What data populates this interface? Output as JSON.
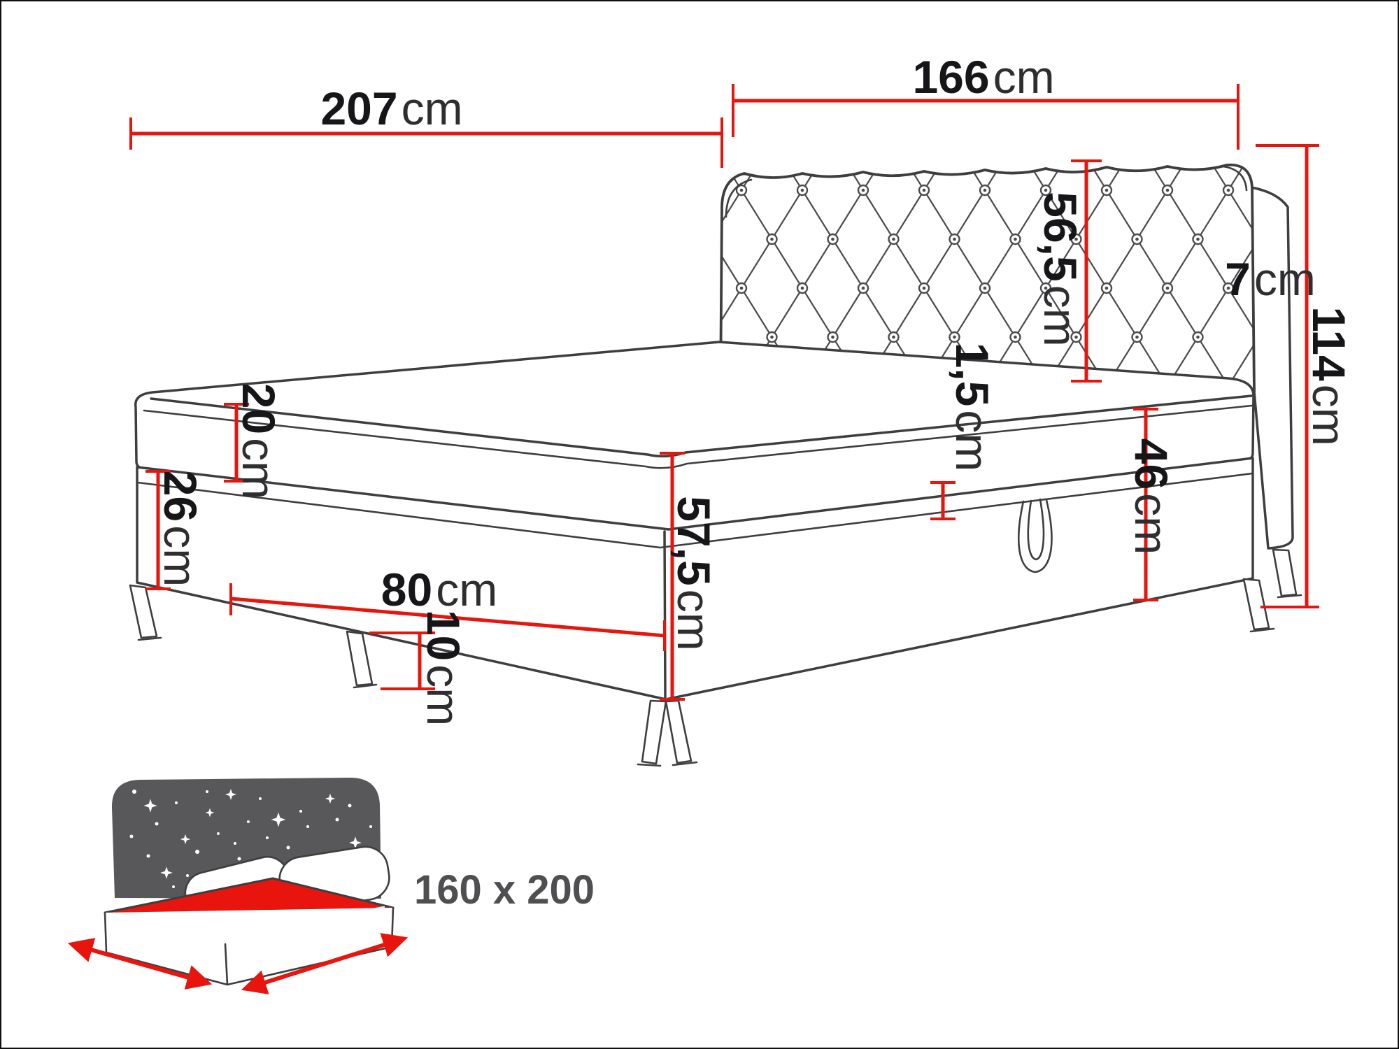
{
  "dims": {
    "length": {
      "value": "207",
      "unit": "cm"
    },
    "width": {
      "value": "166",
      "unit": "cm"
    },
    "headboard_height": {
      "value": "56,5",
      "unit": "cm"
    },
    "headboard_depth": {
      "value": "7",
      "unit": "cm"
    },
    "total_height": {
      "value": "114",
      "unit": "cm"
    },
    "mattress_height": {
      "value": "20",
      "unit": "cm"
    },
    "base_left_height": {
      "value": "26",
      "unit": "cm"
    },
    "topper_height": {
      "value": "1,5",
      "unit": "cm"
    },
    "base_side_height": {
      "value": "46",
      "unit": "cm"
    },
    "front_height": {
      "value": "57,5",
      "unit": "cm"
    },
    "storage_width": {
      "value": "80",
      "unit": "cm"
    },
    "leg_height": {
      "value": "10",
      "unit": "cm"
    }
  },
  "icon": {
    "size_label": "160 x 200"
  },
  "colors": {
    "line": "#3e3e40",
    "dimension_red": "#e8150e",
    "icon_gray": "#58585a",
    "mattress_red": "#e8150e",
    "label_text": "#1d1d1f"
  }
}
